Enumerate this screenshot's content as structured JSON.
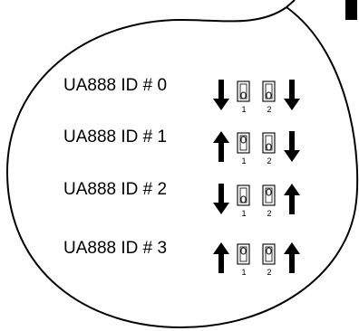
{
  "rows": [
    {
      "label": "UA888 ID # 0",
      "left_arrow": "down",
      "right_arrow": "down",
      "switch_1": "down",
      "switch_2": "down"
    },
    {
      "label": "UA888 ID # 1",
      "left_arrow": "up",
      "right_arrow": "down",
      "switch_1": "up",
      "switch_2": "down"
    },
    {
      "label": "UA888 ID # 2",
      "left_arrow": "down",
      "right_arrow": "up",
      "switch_1": "down",
      "switch_2": "up"
    },
    {
      "label": "UA888 ID # 3",
      "left_arrow": "up",
      "right_arrow": "up",
      "switch_1": "up",
      "switch_2": "up"
    }
  ],
  "switch_numbers": [
    "1",
    "2"
  ],
  "colors": {
    "ink": "#000000",
    "background": "#ffffff"
  }
}
